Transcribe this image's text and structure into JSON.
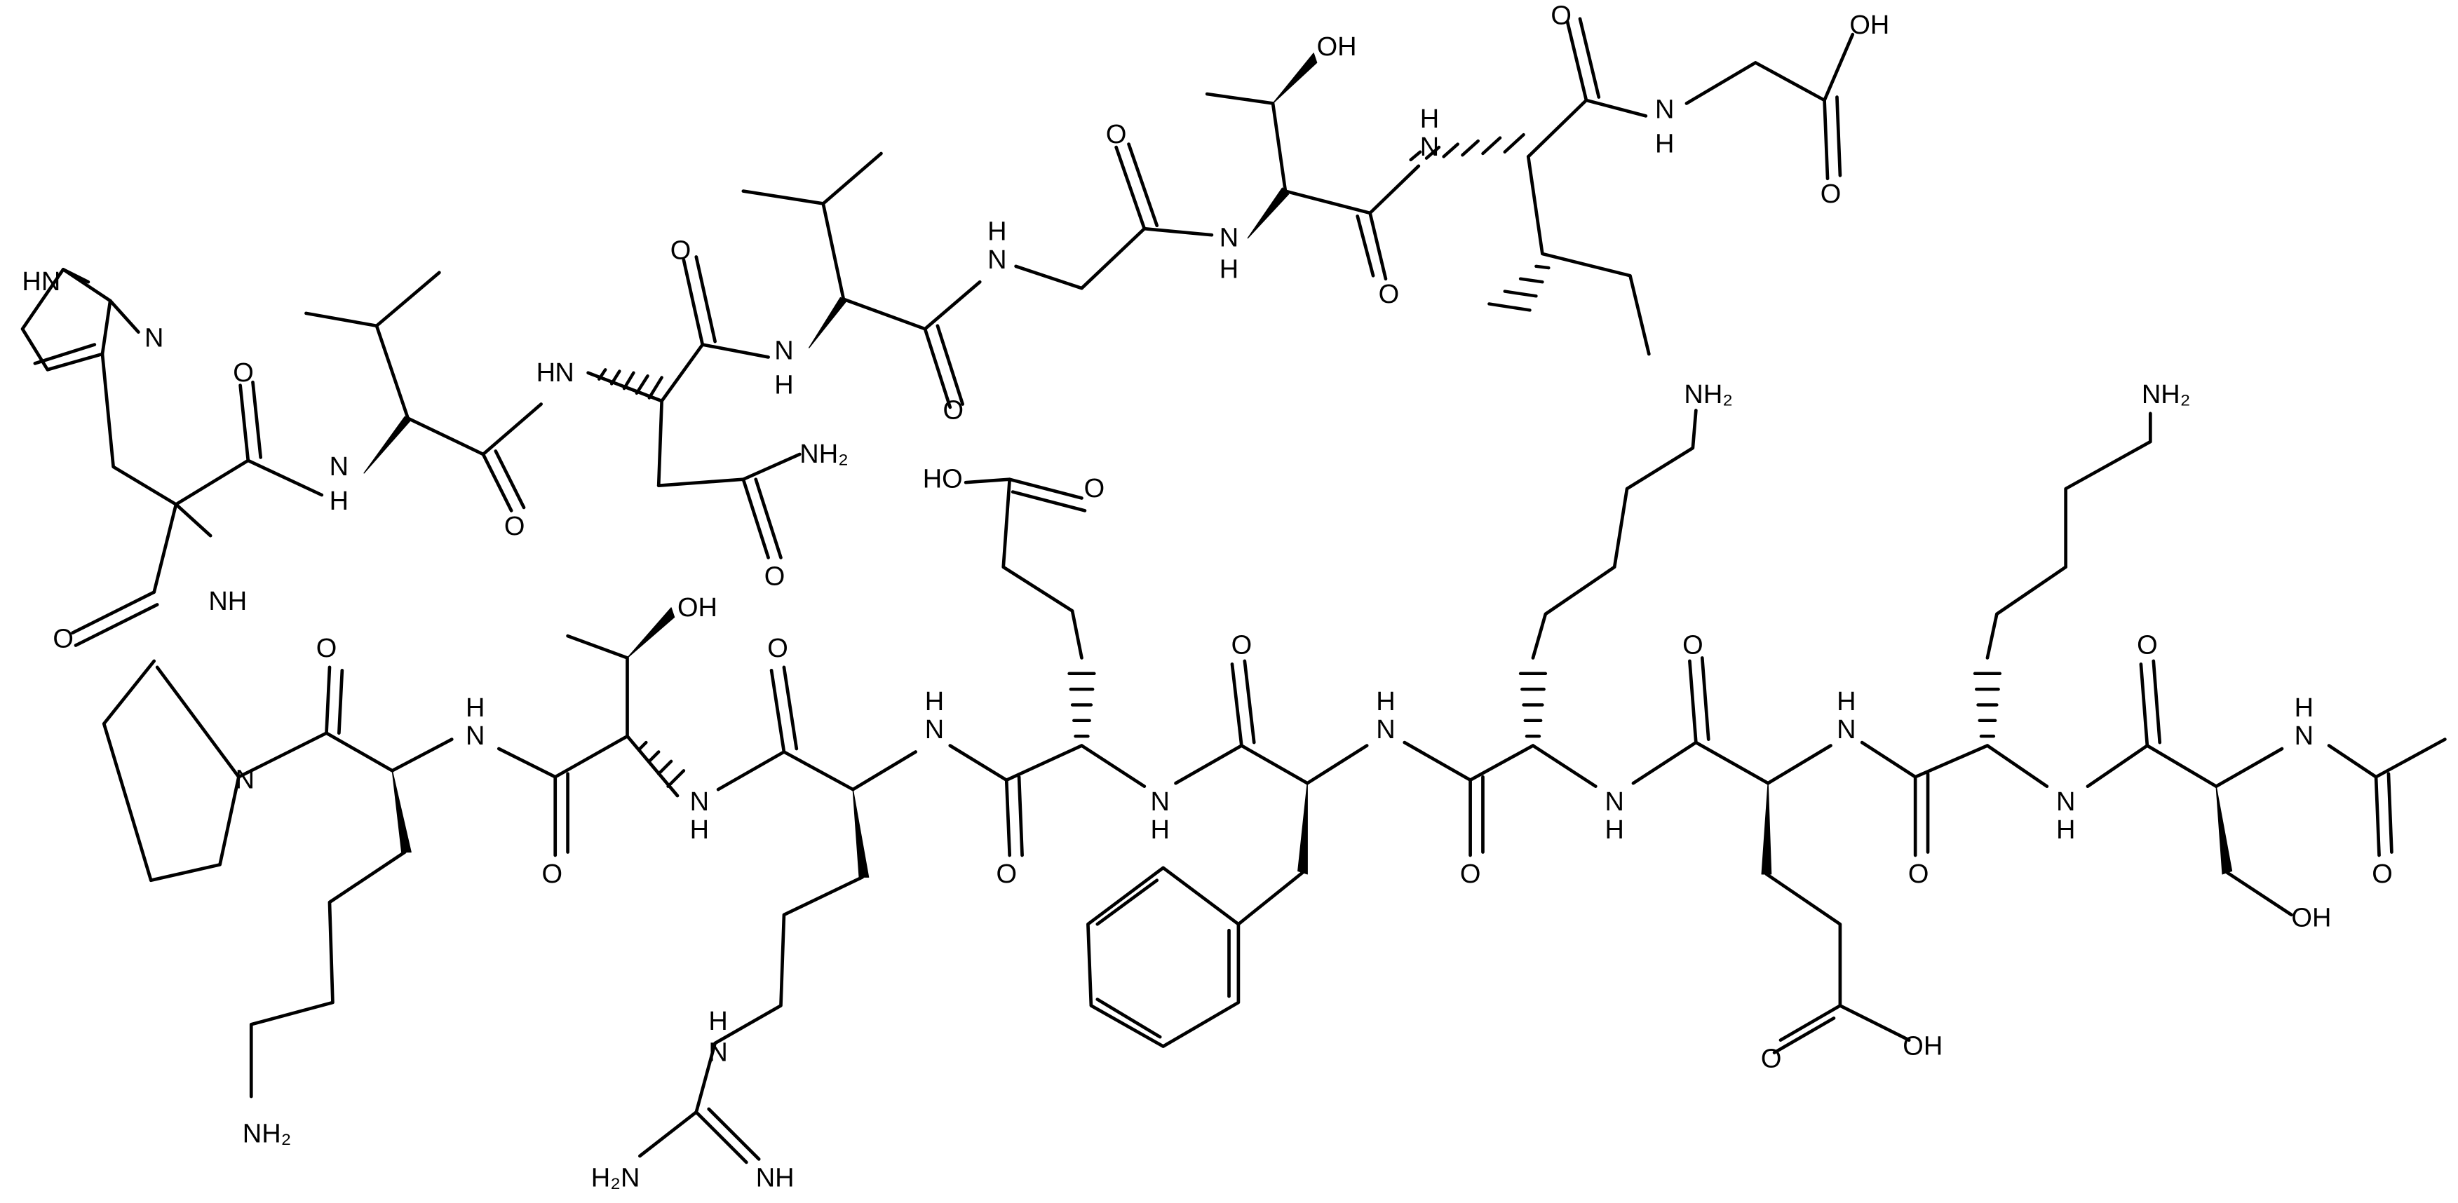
{
  "labels": {
    "oh": "OH",
    "ho": "HO",
    "nh": "NH",
    "n_h": "N H",
    "n": "N",
    "h": "H",
    "o": "O",
    "nh2": "NH₂",
    "h2n": "H₂N",
    "hn_imid": "HN"
  }
}
